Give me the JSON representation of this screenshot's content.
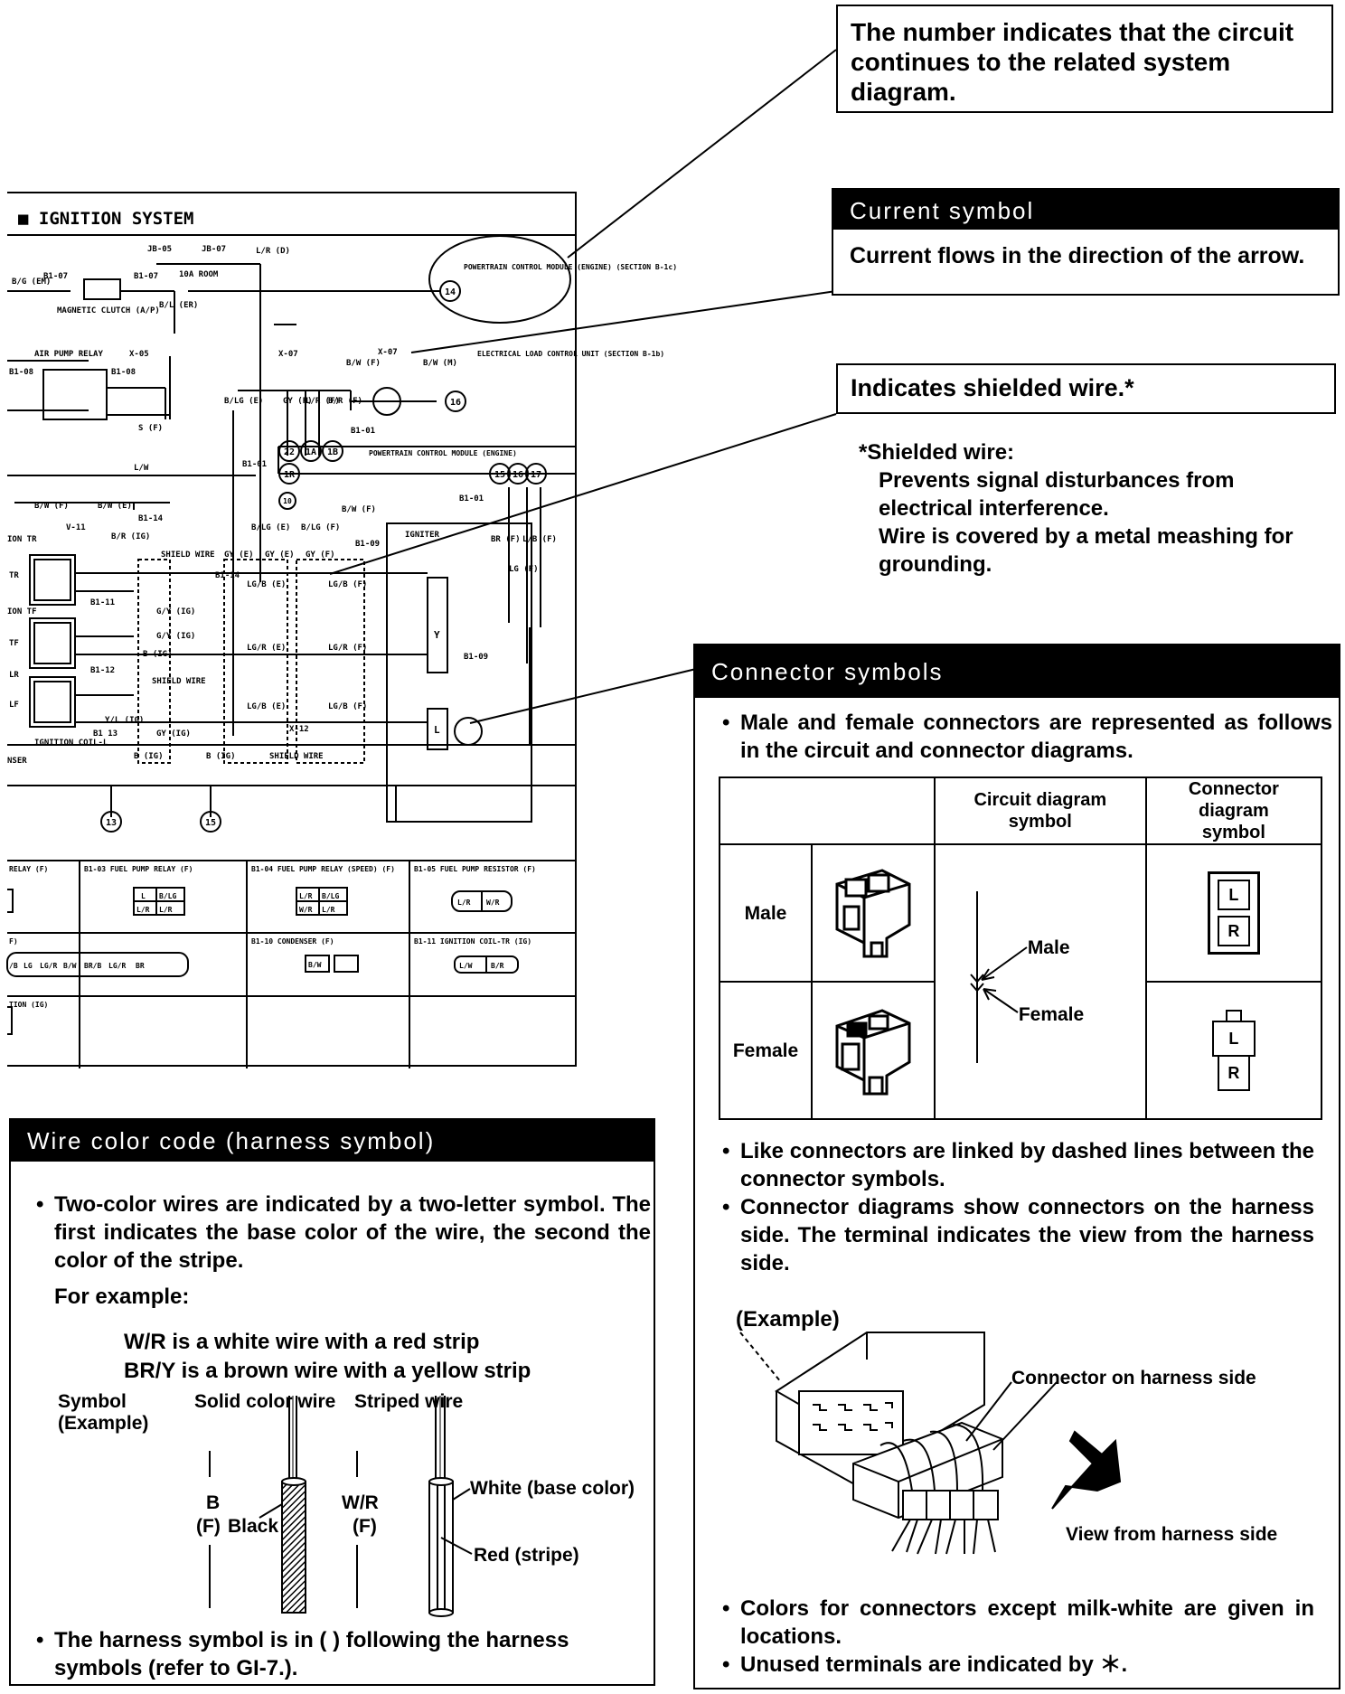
{
  "callouts": {
    "circuit_continues": "The number indicates that the circuit continues to the related system diagram.",
    "current_symbol_header": "Current symbol",
    "current_symbol_text": "Current flows in the direction of the arrow.",
    "shielded_title": "Indicates shielded wire.*",
    "shielded_note_title": "*Shielded wire:",
    "shielded_note_line1": "Prevents signal disturbances from electrical interference.",
    "shielded_note_line2": "Wire is covered by a metal meashing for grounding."
  },
  "schematic": {
    "title": "■ IGNITION SYSTEM",
    "labels": {
      "jb05": "JB-05",
      "jb07": "JB-07",
      "lr_d": "L/R (D)",
      "room": "10A ROOM",
      "bg_em": "B/G (EM)",
      "b107a": "B1-07",
      "b107b": "B1-07",
      "magnetic_clutch": "MAGNETIC CLUTCH (A/P)",
      "bl_er": "B/L (ER)",
      "pcm_a": "POWERTRAIN CONTROL MODULE (ENGINE) (SECTION B-1c)",
      "air_pump_relay": "AIR PUMP RELAY",
      "x05": "X-05",
      "x07a": "X-07",
      "x07b": "X-07",
      "bw_f": "B/W (F)",
      "bw_m": "B/W (M)",
      "elc": "ELECTRICAL LOAD CONTROL UNIT (SECTION B-1b)",
      "b108a": "B1-08",
      "b108b": "B1-08",
      "s_f": "S (F)",
      "blg_e": "B/LG (E)",
      "gy_f": "GY (F)",
      "lr_f": "L/R (F)",
      "br_f": "B/R (F)",
      "b101a": "B1-01",
      "pcm_b": "POWERTRAIN CONTROL MODULE (ENGINE)",
      "lw": "L/W",
      "b101b": "B1-01",
      "b101c": "B1-01",
      "bw_f2": "B/W (F)",
      "bw_e": "B/W (E)",
      "b114a": "B1-14",
      "v11": "V-11",
      "br_ig": "B/R (IG)",
      "blg_e2": "B/LG (E)",
      "blg_f": "B/LG (F)",
      "bw_f3": "B/W (F)",
      "b109a": "B1-09",
      "igniter": "IGNITER",
      "gy_e": "GY (E)",
      "gy_e2": "GY (E)",
      "gy_f2": "GY (F)",
      "shield_wire": "SHIELD WIRE",
      "b114b": "B1-14",
      "lgb_e": "LG/B (E)",
      "lgb_f": "LG/B (F)",
      "br_f2": "BR (F)",
      "lb_f": "L/B (F)",
      "lg_f": "LG (F)",
      "b111": "B1-11",
      "gy_ig": "G/Y (IG)",
      "gy_ig2": "G/Y (IG)",
      "b_ig": "B (IG)",
      "lgr_e": "LG/R (E)",
      "lgr_f": "LG/R (F)",
      "b109b": "B1-09",
      "y": "Y",
      "b112": "B1-12",
      "shield_wire2": "SHIELD WIRE",
      "lgb_e2": "LG/B (E)",
      "lgb_f2": "LG/B (F)",
      "l": "L",
      "x12": "X-12",
      "yl_ig": "Y/L (IG)",
      "b113": "B1 13",
      "gy_ig3": "GY (IG)",
      "b_ig2": "B (IG)",
      "shield_wire3": "SHIELD WIRE",
      "ign_coil_l": "IGNITION COIL-L",
      "ser": "NSER",
      "ion_tr": "ION TR",
      "ion_tf": "ION TF",
      "tr": "TR",
      "tf": "TF",
      "lr": "LR",
      "lf": "LF",
      "n22": "22",
      "n1a": "1A",
      "n1b": "1B",
      "n1r": "1R",
      "n13": "13",
      "n15": "15",
      "n14": "14",
      "n16": "16",
      "n15b": "15",
      "n16b": "16",
      "n17": "17",
      "n10": "10"
    },
    "grid": {
      "c1_title": "RELAY (F)",
      "c2_title": "B1-03 FUEL PUMP RELAY (F)",
      "c3_title": "B1-04 FUEL PUMP RELAY (SPEED) (F)",
      "c4_title": "B1-05 FUEL PUMP RESISTOR (F)",
      "c2_pins": [
        "L",
        "B/LG",
        "L/R",
        "L/R"
      ],
      "c3_pins": [
        "L/R",
        "B/LG",
        "W/R",
        "L/R"
      ],
      "c4_pins": [
        "L/R",
        "W/R"
      ],
      "r2_left_title": "F)",
      "r2_left_pins": [
        "/B",
        "LG",
        "LG/R",
        "B/W",
        "BR/B",
        "LG/R",
        "BR"
      ],
      "r2_c3_title": "B1-10 CONDENSER (F)",
      "r2_c3_pin": "B/W",
      "r2_c4_title": "B1-11 IGNITION COIL-TR (IG)",
      "r2_c4_pins": [
        "L/W",
        "B/R"
      ],
      "r3_left_title": "TION (IG)"
    }
  },
  "wire_color": {
    "header": "Wire color code (harness symbol)",
    "bullet1": "Two-color wires are indicated by a two-letter symbol. The first indicates the base color of the wire, the second the color of the stripe.",
    "for_example": "For example:",
    "ex1": "W/R is a white wire with a red strip",
    "ex2": "BR/Y is a brown wire with a yellow strip",
    "symbol_label_1": "Symbol",
    "symbol_label_2": "(Example)",
    "solid_label": "Solid color wire",
    "striped_label": "Striped wire",
    "b_code": "B",
    "b_harness": "(F)",
    "black_label": "Black",
    "wr_code": "W/R",
    "wr_harness": "(F)",
    "white_label": "White (base color)",
    "red_label": "Red (stripe)",
    "bullet2": "The harness symbol is in (    ) following the harness symbols (refer to GI-7.)."
  },
  "connector": {
    "header": "Connector symbols",
    "bullet1": "Male and female connectors are represented as follows in the circuit and connector diagrams.",
    "col_circuit": "Circuit diagram symbol",
    "col_connector": "Connector diagram symbol",
    "row_male": "Male",
    "row_female": "Female",
    "male_arrow": "Male",
    "female_arrow": "Female",
    "pin_top": "L",
    "pin_bottom": "R",
    "bullet2": "Like connectors are linked by dashed lines between the connector symbols.",
    "bullet3": "Connector diagrams show connectors on the harness side.  The terminal indicates the view from the harness side.",
    "example": "(Example)",
    "harness_side": "Connector on harness side",
    "view_from": "View from harness side",
    "bullet4": "Colors for connectors except milk-white are given in locations.",
    "bullet5": "Unused terminals are indicated by ＊."
  }
}
